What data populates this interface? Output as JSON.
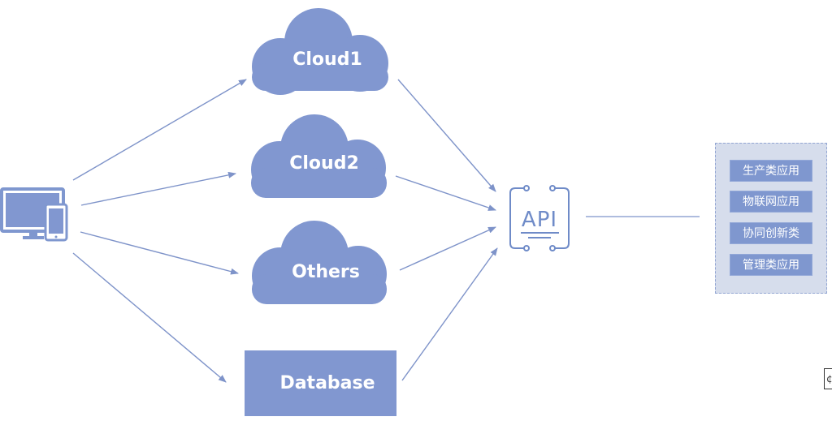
{
  "nodes": {
    "cloud1": "Cloud1",
    "cloud2": "Cloud2",
    "others": "Others",
    "database": "Database",
    "api": "API"
  },
  "apps": [
    "生产类应用",
    "物联网应用",
    "协同创新类",
    "管理类应用"
  ],
  "edge_fragment": "¢",
  "colors": {
    "node_fill": "#8197d0",
    "arrow": "#7e93c9",
    "api_stroke": "#6f8bc8",
    "panel_bg": "#d6ddec",
    "app_item": "#7f97cf"
  },
  "icons": [
    "device-icon",
    "api-icon"
  ]
}
